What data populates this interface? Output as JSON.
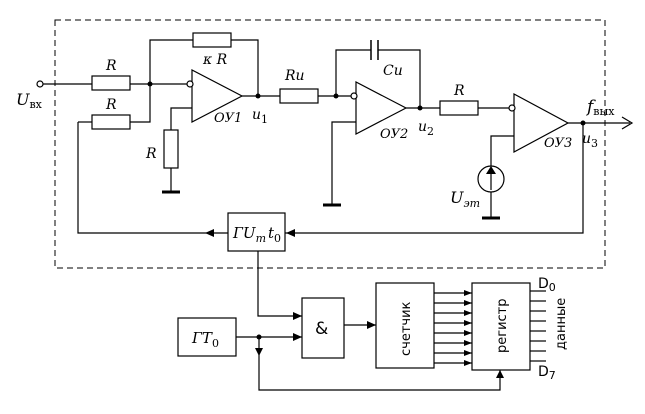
{
  "labels": {
    "input_symbol": "U",
    "input_sub": "вх",
    "r_in": "R",
    "r_fb_lower": "R",
    "r_feedback_name": "κ R",
    "r_ground": "R",
    "r_integrator": "R",
    "r_integrator_sub": "и",
    "cap_name": "C",
    "cap_sub": "и",
    "r_comparator": "R",
    "opamp1": "ОУ1",
    "opamp2": "ОУ2",
    "opamp3": "ОУ3",
    "u1": "u",
    "u1_sub": "1",
    "u2": "u",
    "u2_sub": "2",
    "u3": "u",
    "u3_sub": "3",
    "ref_symbol": "U",
    "ref_sub": "эт",
    "output_symbol": "f",
    "output_sub": "вых",
    "gen1_main": "ГU",
    "gen1_sub_m": "m",
    "gen1_t": "t",
    "gen1_sub_0": "0",
    "gen2_main": "ГT",
    "gen2_sub_0": "0",
    "and_gate": "&",
    "counter": "счетчик",
    "register": "регистр",
    "data": "данные",
    "d0": "D",
    "d0_sub": "0",
    "d7": "D",
    "d7_sub": "7"
  }
}
